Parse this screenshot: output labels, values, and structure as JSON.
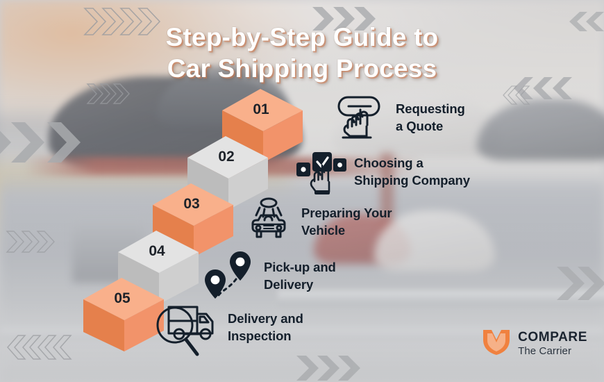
{
  "poster": {
    "title": "Step-by-Step Guide to\nCar Shipping Process",
    "background_description": "blurred car carrier truck loaded with cars"
  },
  "colors": {
    "accent_orange": "#f0864f",
    "accent_orange_light": "#f9b08b",
    "accent_orange_dark": "#e07a46",
    "cube_grey_light": "#e2e2e2",
    "cube_grey_mid": "#cfcfcf",
    "cube_grey_dark": "#bcbcbc",
    "text_dark": "#141f2b",
    "title_white": "#ffffff"
  },
  "steps": [
    {
      "number": "01",
      "label": "Requesting\na Quote",
      "icon": "hand-press-button-icon",
      "cube_color": "orange"
    },
    {
      "number": "02",
      "label": "Choosing a\nShipping Company",
      "icon": "checkbox-hand-select-icon",
      "cube_color": "grey"
    },
    {
      "number": "03",
      "label": "Preparing Your\nVehicle",
      "icon": "car-wash-icon",
      "cube_color": "orange"
    },
    {
      "number": "04",
      "label": "Pick-up and\nDelivery",
      "icon": "map-pins-route-icon",
      "cube_color": "grey"
    },
    {
      "number": "05",
      "label": "Delivery and\nInspection",
      "icon": "truck-magnifier-icon",
      "cube_color": "orange"
    }
  ],
  "logo": {
    "name_top": "COMPARE",
    "name_bottom": "The Carrier",
    "mark": "shield-chevron-logo-icon",
    "mark_color": "#f0813f"
  },
  "decorations": {
    "chevron_solid_color": "#a9abae",
    "chevron_outline_color": "#9a9ca0",
    "groups": [
      {
        "name": "chevrons-top-left-outline",
        "dir": "right",
        "style": "outline",
        "count": 4
      },
      {
        "name": "chevrons-left-solid",
        "dir": "right",
        "style": "solid",
        "count": 3
      },
      {
        "name": "chevrons-top-center-solid",
        "dir": "right",
        "style": "solid",
        "count": 3
      },
      {
        "name": "chevrons-mid-left-outline",
        "dir": "right",
        "style": "outline",
        "count": 4
      },
      {
        "name": "chevrons-top-right-solid",
        "dir": "left",
        "style": "solid",
        "count": 3
      },
      {
        "name": "chevrons-right-solid",
        "dir": "left",
        "style": "solid",
        "count": 3
      },
      {
        "name": "chevrons-bottom-left-outline",
        "dir": "left",
        "style": "outline",
        "count": 4
      },
      {
        "name": "chevrons-bottom-center-solid",
        "dir": "right",
        "style": "solid",
        "count": 3
      },
      {
        "name": "chevrons-bottom-right-solid",
        "dir": "right",
        "style": "solid",
        "count": 2
      },
      {
        "name": "chevrons-lower-left-outline",
        "dir": "right",
        "style": "outline",
        "count": 3
      }
    ]
  }
}
